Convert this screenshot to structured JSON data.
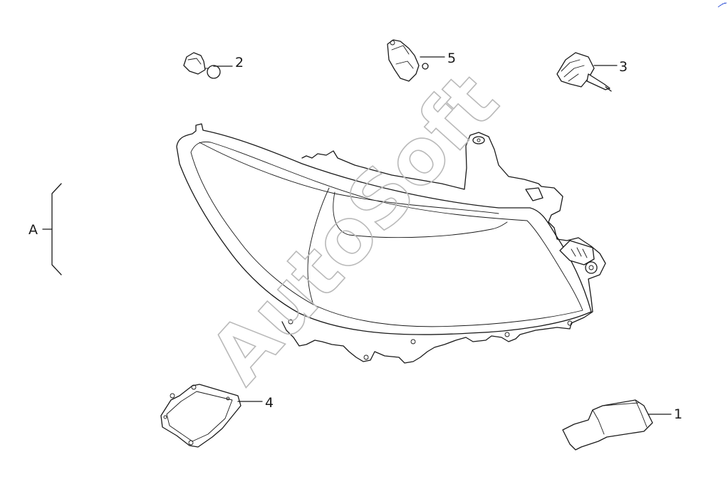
{
  "diagram": {
    "group_label": "A",
    "callouts": [
      {
        "id": "part-1",
        "label": "1"
      },
      {
        "id": "part-2",
        "label": "2"
      },
      {
        "id": "part-3",
        "label": "3"
      },
      {
        "id": "part-4",
        "label": "4"
      },
      {
        "id": "part-5",
        "label": "5"
      }
    ]
  },
  "watermark": {
    "text": "AutoSoft",
    "color": "#b9b9b9"
  },
  "colors": {
    "line": "#1a1a1a",
    "background": "#ffffff",
    "corner_mark": "#3a5bd9"
  }
}
